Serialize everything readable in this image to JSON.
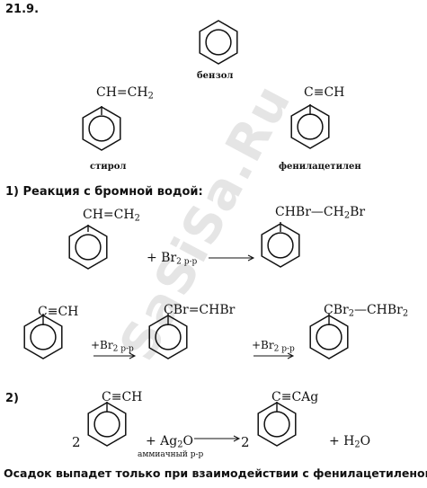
{
  "header": {
    "problem_number": "21.9."
  },
  "compounds": {
    "benzene": "бензол",
    "styrene_group": "CH=CH",
    "styrene_group_sub": "2",
    "styrene": "стирол",
    "phenylacetylene_group": "C≡CH",
    "phenylacetylene": "фенилацетилен"
  },
  "section1": {
    "title": "1) Реакция с бромной водой:",
    "r1": {
      "reactant_group": "CH=CH",
      "reactant_group_sub": "2",
      "reagent": "+ Br",
      "reagent_sub": "2 р-р",
      "product_group": "CHBr—CH",
      "product_tail": "Br",
      "product_sub": "2"
    },
    "r2": {
      "reactant_group": "C≡CH",
      "reagent1": "+Br",
      "reagent1_sub": "2 р-р",
      "intermediate_group": "CBr=CHBr",
      "reagent2": "+Br",
      "reagent2_sub": "2 р-р",
      "product_group": "CBr",
      "product_sub1": "2",
      "product_mid": "—CHBr",
      "product_sub2": "2"
    }
  },
  "section2": {
    "label": "2)",
    "reactant_group": "C≡CH",
    "coef1": "2",
    "reagent": "+ Ag",
    "reagent_sub": "2",
    "reagent_tail": "O",
    "reagent_note": "аммиачный р-р",
    "coef2": "2",
    "product_group": "C≡CAg",
    "byproduct": "+ H",
    "byproduct_sub": "2",
    "byproduct_tail": "O"
  },
  "conclusion": "Осадок выпадет только при взаимодействии с фенилацетиленом.",
  "watermark": "SaSiSa.Ru"
}
